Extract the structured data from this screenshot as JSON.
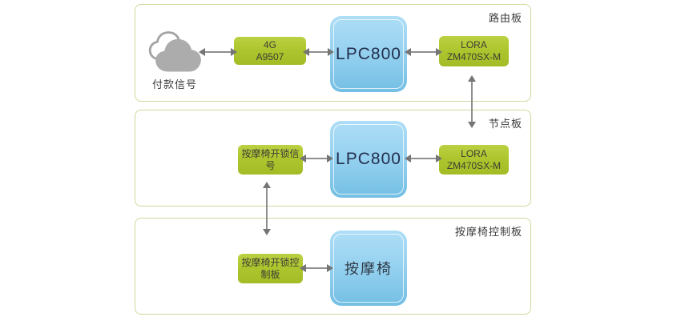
{
  "sections": [
    {
      "label": "路由板"
    },
    {
      "label": "节点板"
    },
    {
      "label": "按摩椅控制板"
    }
  ],
  "nodes": {
    "payment_signal_label": "付款信号",
    "modem_4g": "4G\nA9507",
    "router_mcu": "LPC800",
    "router_lora": "LORA\nZM470SX-M",
    "unlock_signal": "按摩椅开锁信号",
    "node_mcu": "LPC800",
    "node_lora": "LORA\nZM470SX-M",
    "unlock_control_board": "按摩椅开锁控制板",
    "massage_chair": "按摩椅"
  },
  "icons": {
    "cloud": "cloud-icon"
  },
  "colors": {
    "green_box": "#aec62e",
    "blue_box_top": "#aedef6",
    "blue_box_bottom": "#74bfe4",
    "section_border": "#d3d79b",
    "arrow_line": "#8f8f8f",
    "arrow_head": "#757575",
    "cloud_gray": "#acacac",
    "box_text": "#3d3d33",
    "mcu_text": "#232f4e"
  }
}
